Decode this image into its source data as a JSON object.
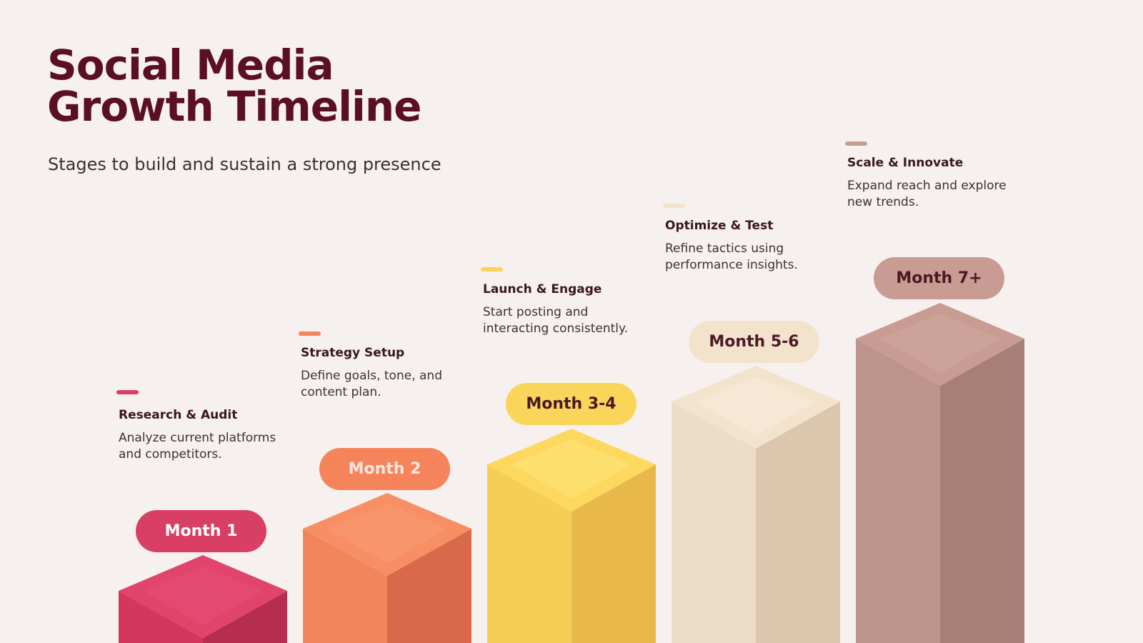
{
  "title": {
    "line1": "Social Media",
    "line2": "Growth Timeline"
  },
  "subtitle": "Stages to build and sustain a strong presence",
  "stages": [
    {
      "label": "Month 1",
      "heading": "Research & Audit",
      "description": "Analyze current platforms and competitors.",
      "color": "#d93f64",
      "pill_text_color": "#ffffff"
    },
    {
      "label": "Month 2",
      "heading": "Strategy Setup",
      "description": "Define goals, tone, and content plan.",
      "color": "#f6845b",
      "pill_text_color": "#fbe8e0"
    },
    {
      "label": "Month 3-4",
      "heading": "Launch & Engage",
      "description": "Start posting and interacting consistently.",
      "color": "#fbd55a",
      "pill_text_color": "#4a1a24"
    },
    {
      "label": "Month 5-6",
      "heading": "Optimize & Test",
      "description": "Refine tactics using performance insights.",
      "color": "#f4e3cc",
      "pill_text_color": "#4a1a24"
    },
    {
      "label": "Month 7+",
      "heading": "Scale & Innovate",
      "description": "Expand reach and explore new trends.",
      "color": "#c89c92",
      "pill_text_color": "#4a1a24"
    }
  ]
}
